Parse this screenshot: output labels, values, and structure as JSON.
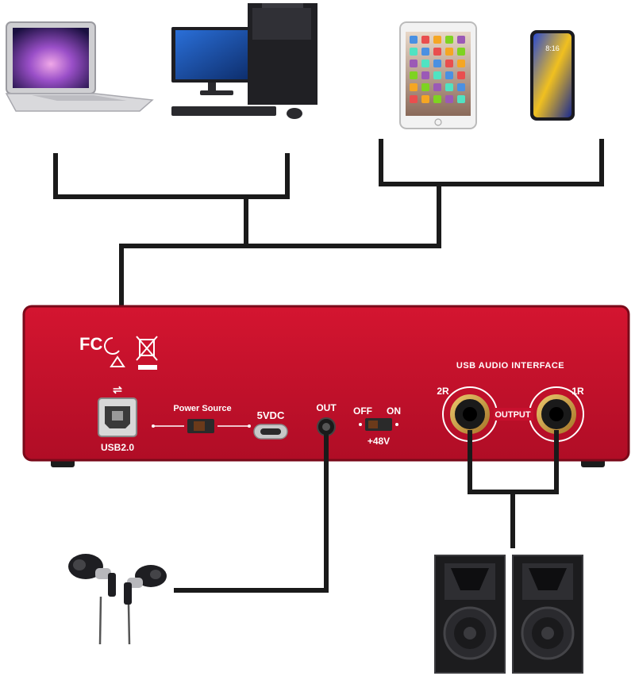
{
  "colors": {
    "panel": "#c8102e",
    "panel_dark": "#8e0b1f",
    "cable": "#1a1a1a",
    "jack_gold": "#c99a3a",
    "label": "#ffffff"
  },
  "devices": {
    "top": [
      {
        "name": "laptop",
        "icon": "laptop-icon"
      },
      {
        "name": "desktop-computer",
        "icon": "desktop-computer-icon"
      },
      {
        "name": "tablet",
        "icon": "tablet-icon"
      },
      {
        "name": "smartphone",
        "icon": "smartphone-icon"
      }
    ],
    "bottom": [
      {
        "name": "earphones",
        "icon": "earphones-icon"
      },
      {
        "name": "speakers",
        "icon": "speakers-icon"
      }
    ]
  },
  "panel": {
    "regulatory": {
      "fc_mark": "FC"
    },
    "title": "USB AUDIO INTERFACE",
    "usb_port_label": "USB2.0",
    "power_source_label": "Power Source",
    "dc_label": "5VDC",
    "headphone_label": "OUT",
    "phantom": {
      "off_label": "OFF",
      "on_label": "ON",
      "voltage_label": "+48V"
    },
    "outputs": {
      "left_label": "2R",
      "right_label": "1R",
      "group_label": "OUTPUT"
    }
  }
}
